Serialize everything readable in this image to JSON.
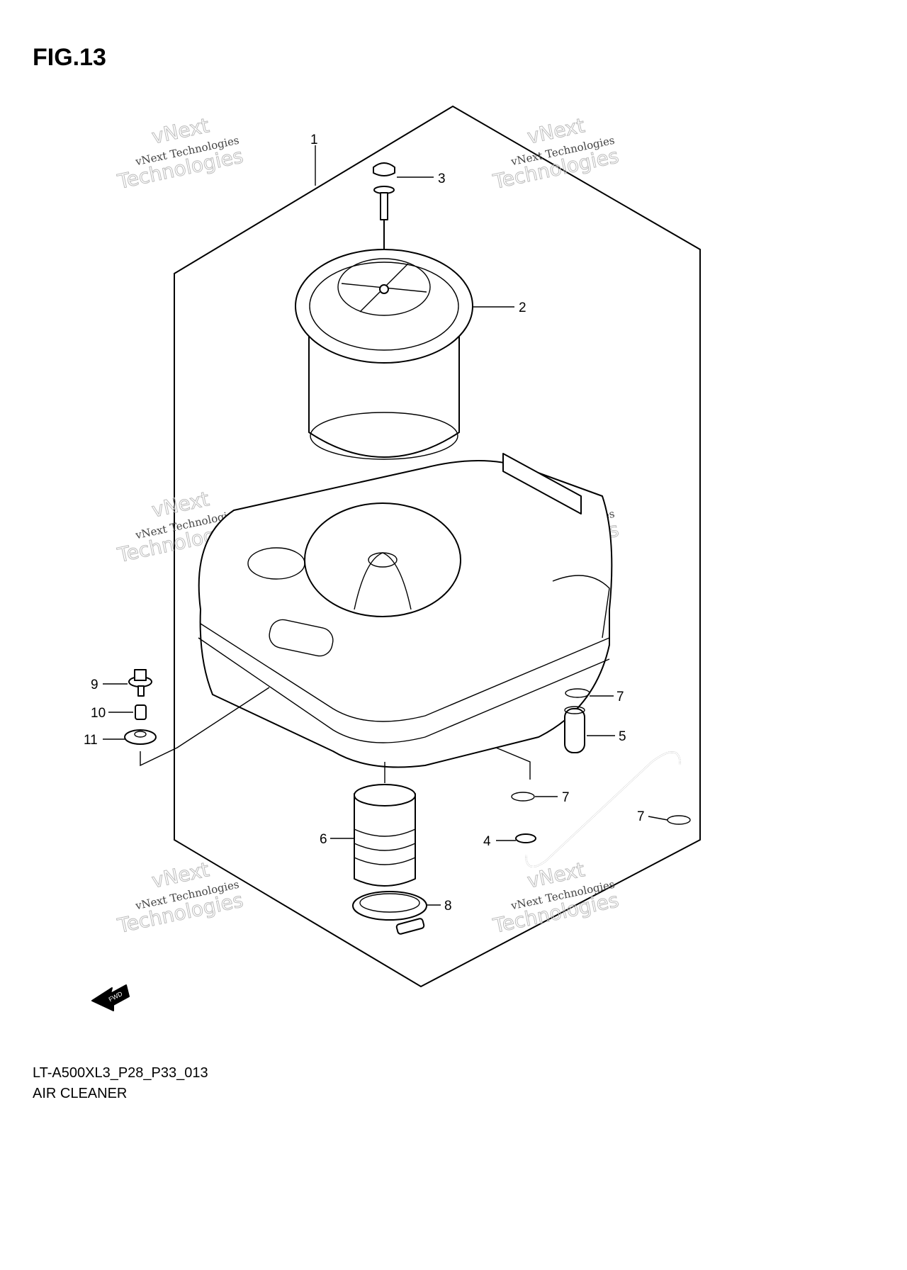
{
  "figure": {
    "title": "FIG.13"
  },
  "caption": {
    "code": "LT-A500XL3_P28_P33_013",
    "name": "AIR CLEANER"
  },
  "watermark": {
    "line1": "vNext",
    "line2": "vNext Technologies",
    "line3": "Technologies"
  },
  "fwd_arrow": {
    "label": "FWD"
  },
  "callouts": {
    "c1": "1",
    "c2": "2",
    "c3": "3",
    "c4": "4",
    "c5": "5",
    "c6": "6",
    "c7a": "7",
    "c7b": "7",
    "c7c": "7",
    "c8": "8",
    "c9": "9",
    "c10": "10",
    "c11": "11"
  }
}
